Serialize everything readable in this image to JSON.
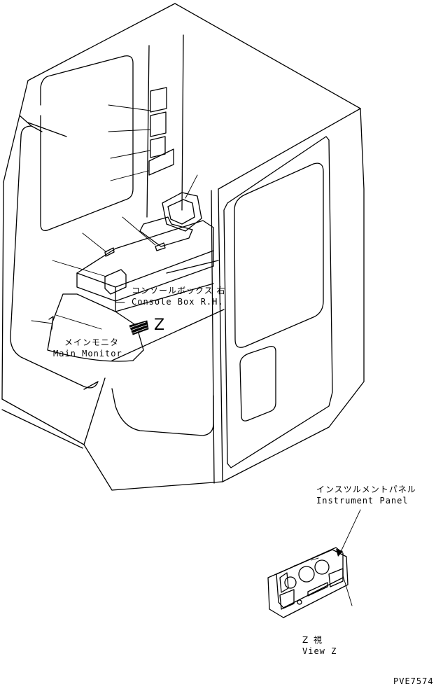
{
  "labels": {
    "console_jp": "コンソールボックス 右",
    "console_en": "Console Box R.H.",
    "monitor_jp": "メインモニタ",
    "monitor_en": "Main Monitor",
    "arrow_letter": "Z",
    "panel_jp": "インスツルメントパネル",
    "panel_en": "Instrument Panel",
    "view_jp": "Z 視",
    "view_en": "View Z",
    "drawing_no": "PVE7574"
  }
}
